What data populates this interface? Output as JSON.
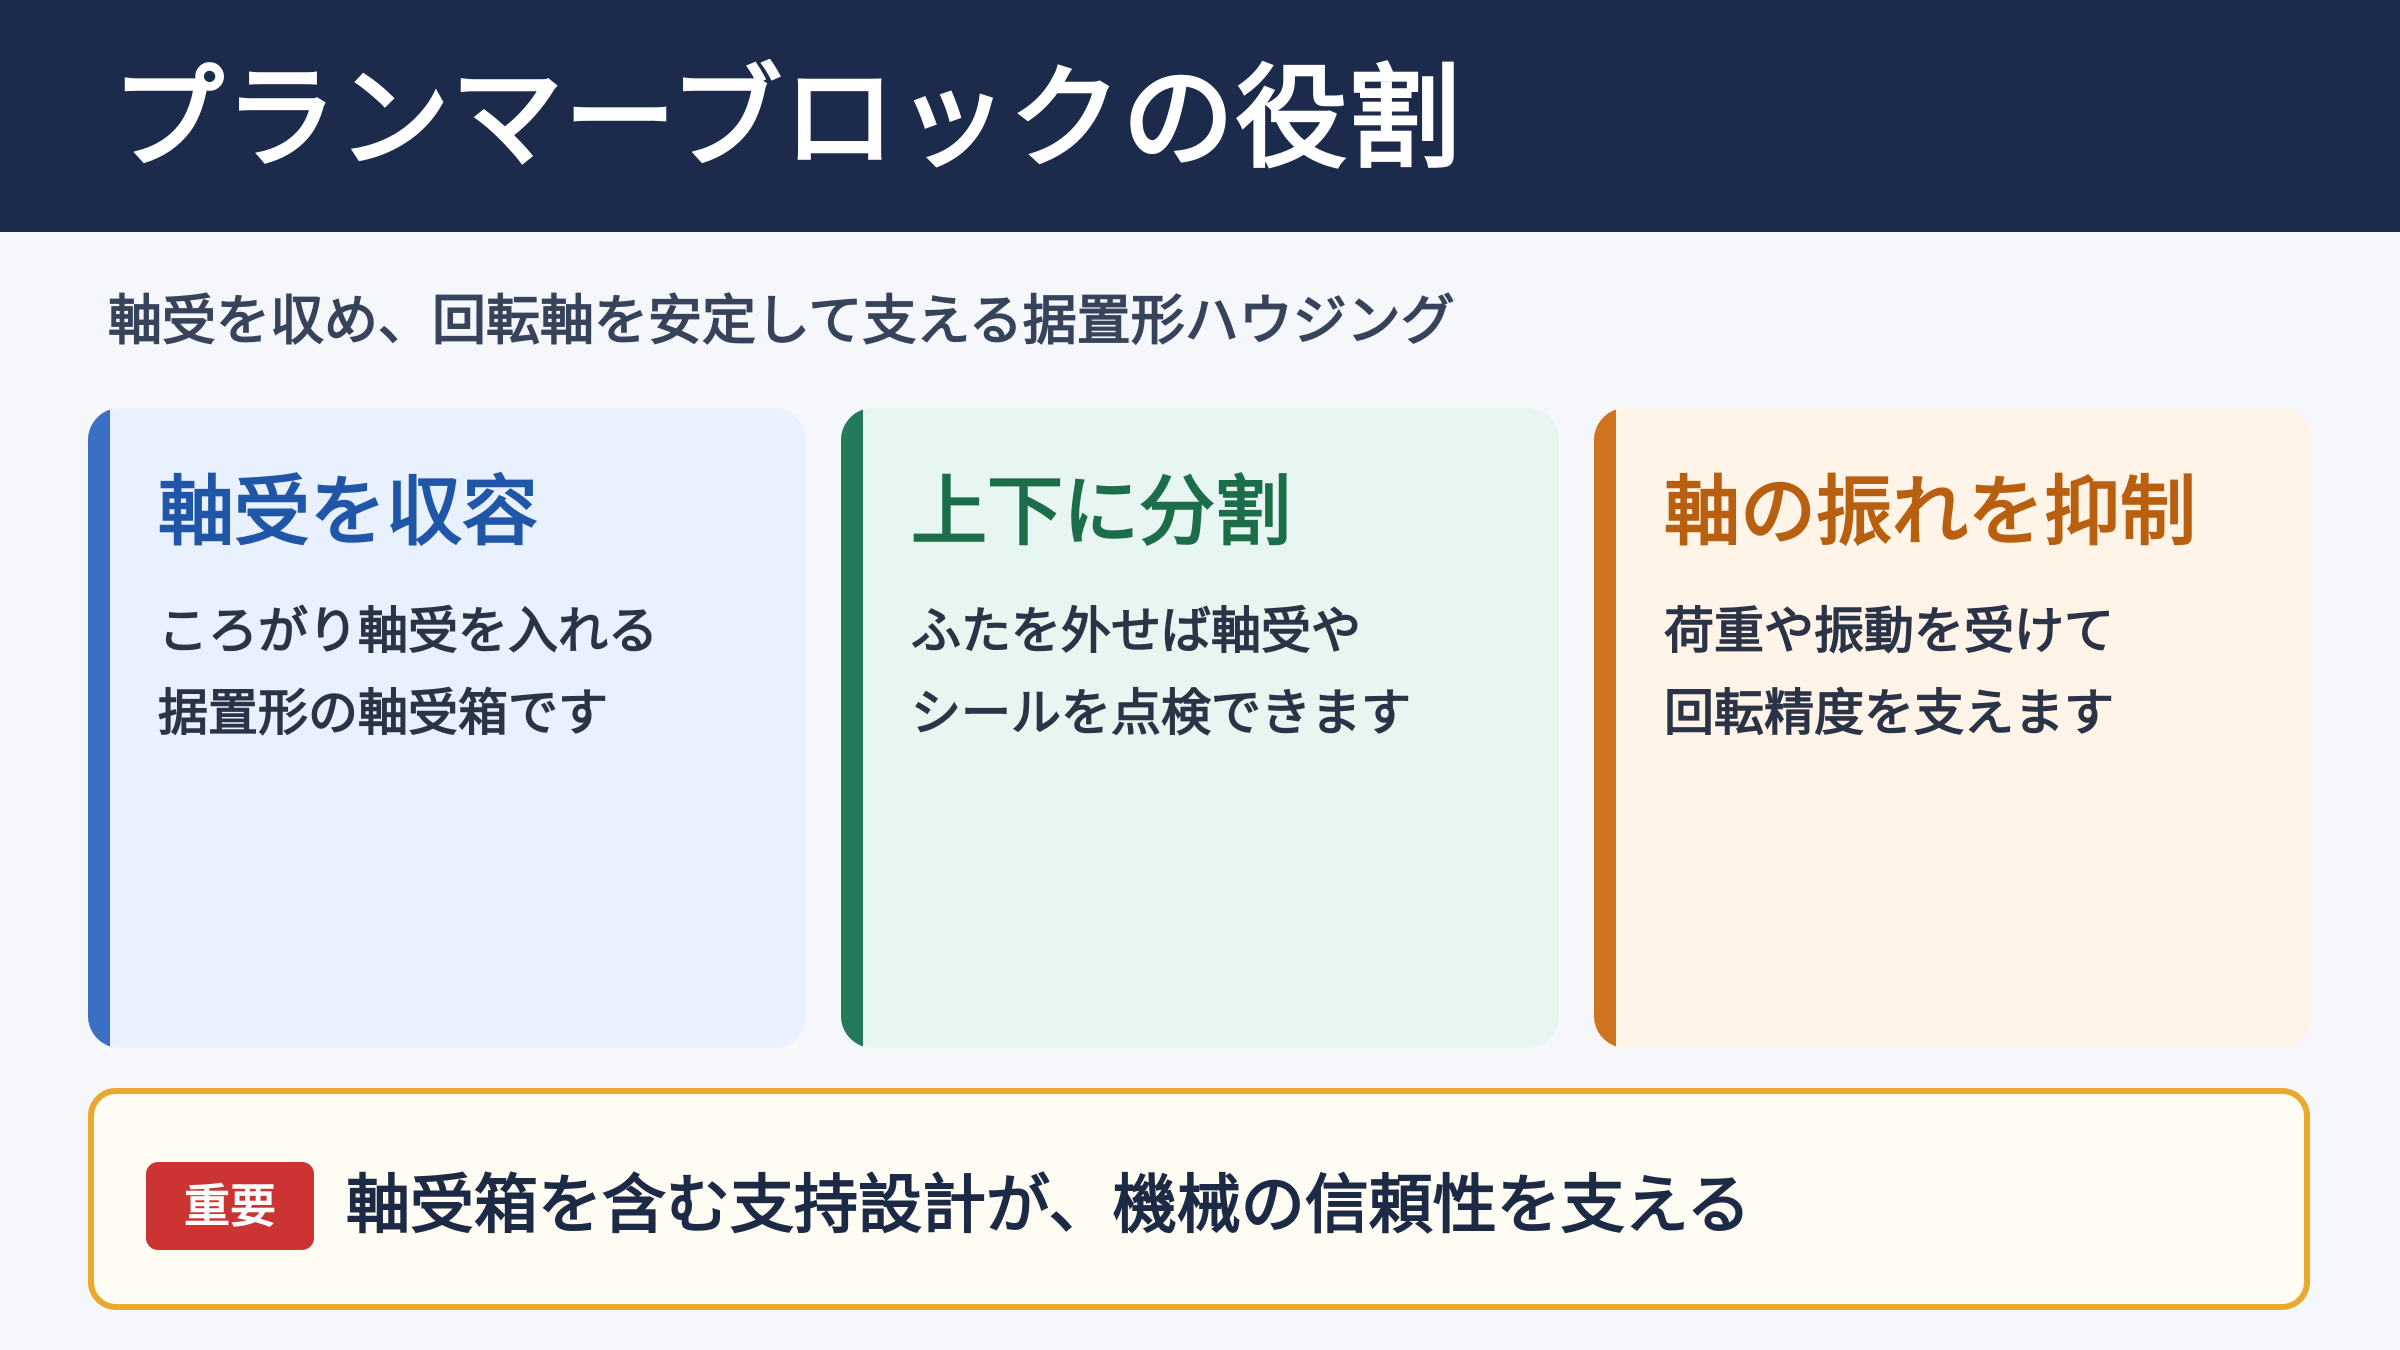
{
  "header": {
    "title": "プランマーブロックの役割"
  },
  "subtitle": "軸受を収め、回転軸を安定して支える据置形ハウジング",
  "cards": [
    {
      "title": "軸受を収容",
      "lines": [
        "ころがり軸受を入れる",
        "据置形の軸受箱です"
      ]
    },
    {
      "title": "上下に分割",
      "lines": [
        "ふたを外せば軸受や",
        "シールを点検できます"
      ]
    },
    {
      "title": "軸の振れを抑制",
      "lines": [
        "荷重や振動を受けて",
        "回転精度を支えます"
      ]
    }
  ],
  "note": {
    "badge": "重要",
    "text": "軸受箱を含む支持設計が、機械の信頼性を支える"
  },
  "colors": {
    "header_bg": "#1c2b4b",
    "card_1_accent": "#3a6fc4",
    "card_2_accent": "#257a5e",
    "card_3_accent": "#d0741f",
    "note_border": "#e8aa2c",
    "badge_bg": "#cc3333"
  }
}
